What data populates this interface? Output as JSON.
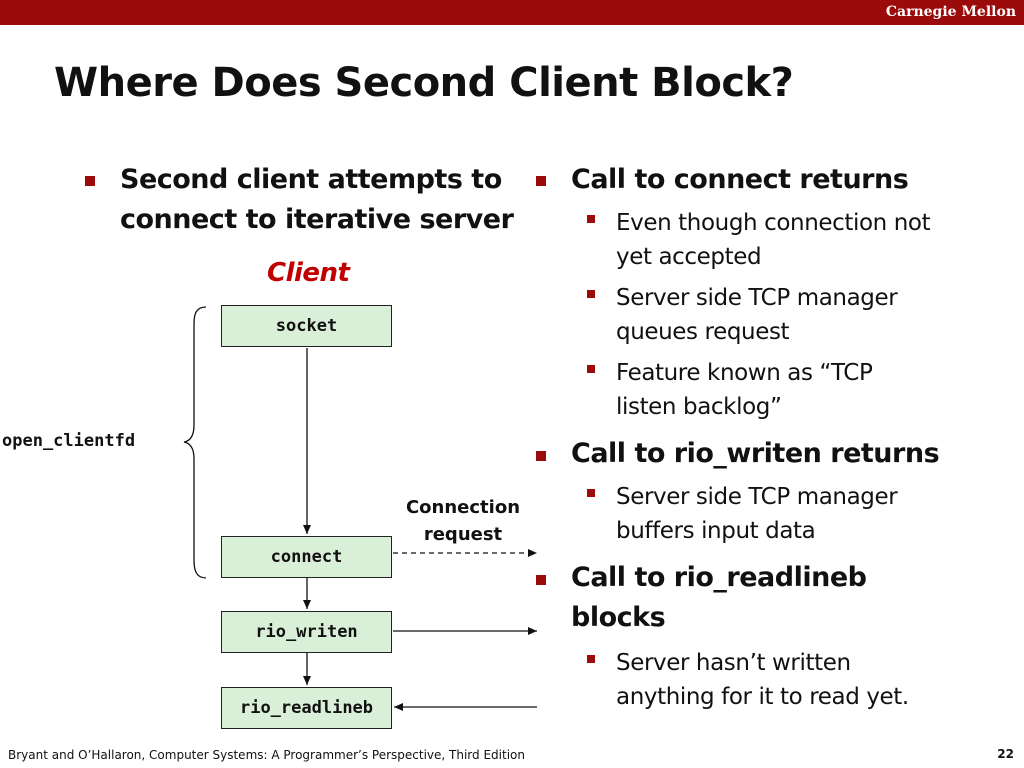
{
  "header": {
    "brand": "Carnegie Mellon",
    "title": "Where Does Second Client Block?"
  },
  "left": {
    "bullet_line1": "Second client attempts to",
    "bullet_line2": "connect to iterative server",
    "client_label": "Client",
    "open_clientfd": "open_clientfd",
    "connection_request_line1": "Connection",
    "connection_request_line2": "request",
    "boxes": {
      "socket": "socket",
      "connect": "connect",
      "rio_writen": "rio_writen",
      "rio_readlineb": "rio_readlineb"
    }
  },
  "right": {
    "b1": "Call to connect returns",
    "b1_s1_l1": "Even though connection not",
    "b1_s1_l2": "yet accepted",
    "b1_s2_l1": "Server side TCP manager",
    "b1_s2_l2": "queues request",
    "b1_s3_l1": "Feature known as “TCP",
    "b1_s3_l2": "listen backlog”",
    "b2": "Call to rio_writen returns",
    "b2_s1_l1": "Server side TCP manager",
    "b2_s1_l2": "buffers input data",
    "b3_l1": "Call to rio_readlineb",
    "b3_l2": "blocks",
    "b3_s1_l1": "Server hasn’t written",
    "b3_s1_l2": "anything for it to read yet."
  },
  "footer": {
    "citation": "Bryant and O’Hallaron, Computer Systems: A Programmer’s Perspective, Third Edition",
    "page_number": "22"
  },
  "colors": {
    "accent": "#9b0b0b",
    "box_fill": "#d9efd7",
    "client_label": "#c00000"
  }
}
